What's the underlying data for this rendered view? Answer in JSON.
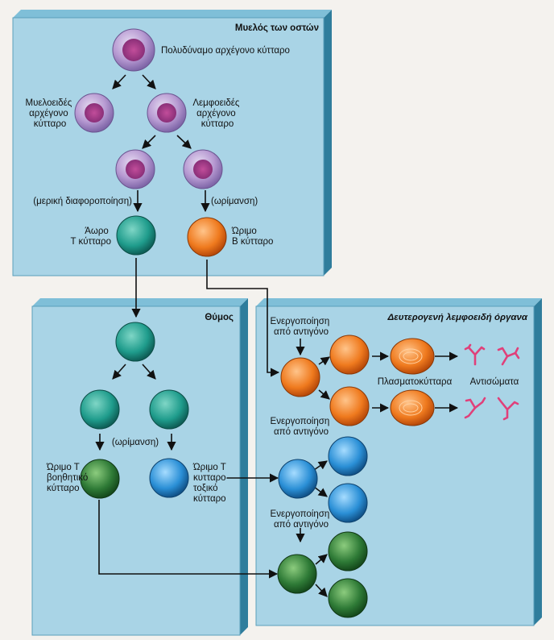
{
  "panels": {
    "bone_marrow": "Μυελός των οστών",
    "thymus": "Θύμος",
    "secondary": "Δευτερογενή λεμφοειδή όργανα"
  },
  "labels": {
    "stem": "Πολυδύναμο αρχέγονο κύτταρο",
    "myeloid": [
      "Μυελοειδές",
      "αρχέγονο",
      "κύτταρο"
    ],
    "lymphoid": [
      "Λεμφοειδές",
      "αρχέγονο",
      "κύτταρο"
    ],
    "partial_diff": "(μερική διαφοροποίηση)",
    "maturation_b": "(ωρίμανση)",
    "immature_t": [
      "Άωρο",
      "Τ κύτταρο"
    ],
    "mature_b": [
      "Ώριμο",
      "Β κύτταρο"
    ],
    "maturation_t": "(ωρίμανση)",
    "helper_t": [
      "Ώριμο Τ",
      "βοηθητικό",
      "κύτταρο"
    ],
    "cytotoxic_t": [
      "Ώριμο Τ",
      "κυτταρο-",
      "τοξικό",
      "κύτταρο"
    ],
    "activation_1": [
      "Ενεργοποίηση",
      "από αντιγόνο"
    ],
    "activation_2": [
      "Ενεργοποίηση",
      "από αντιγόνο"
    ],
    "activation_3": [
      "Ενεργοποίηση",
      "από αντιγόνο"
    ],
    "plasma_cells": "Πλασματοκύτταρα",
    "antibodies": "Αντισώματα"
  },
  "colors": {
    "panel_fill": "#a9d4e6",
    "panel_side": "#2f7d9c",
    "panel_top": "#7fbfd8",
    "purple": "#b79ad2",
    "teal": "#1f9c8c",
    "orange": "#ef7a1e",
    "blue": "#2a8fd6",
    "green": "#2e7a36",
    "antibody": "#e0407a"
  }
}
